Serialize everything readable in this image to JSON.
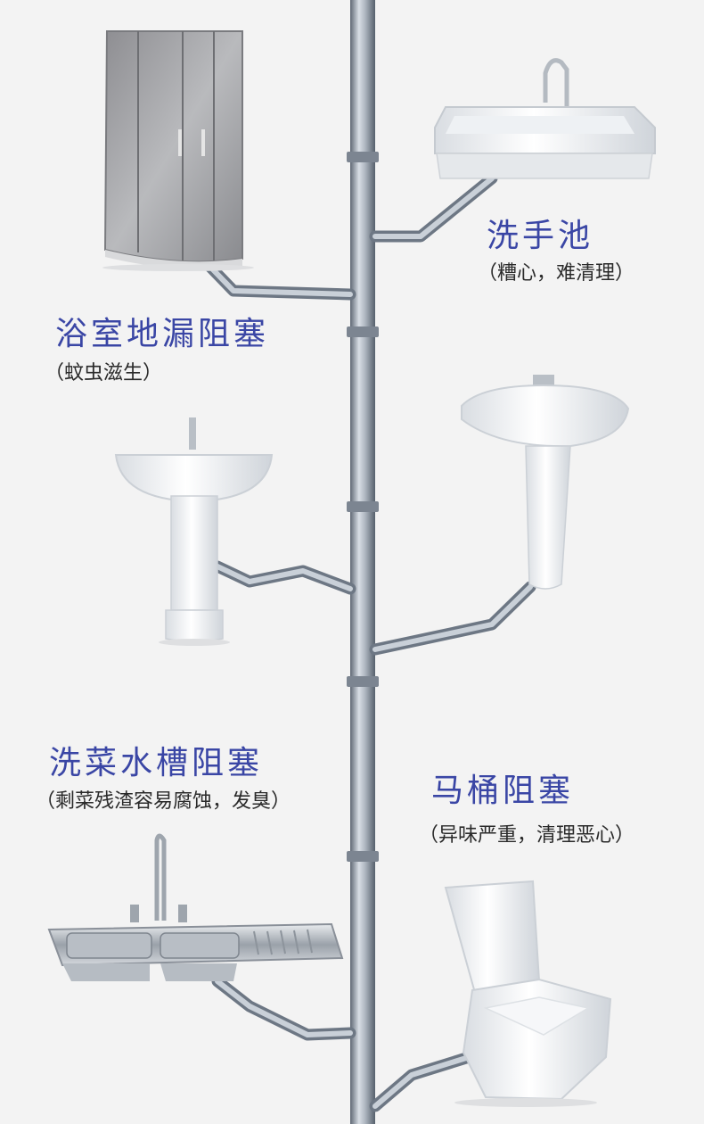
{
  "labels": {
    "shower": {
      "title": "浴室地漏阻塞",
      "note": "（蚊虫滋生）"
    },
    "washbasin": {
      "title": "洗手池",
      "note": "（糟心，难清理）"
    },
    "kitchen_sink": {
      "title": "洗菜水槽阻塞",
      "note": "（剩菜残渣容易腐蚀，发臭）"
    },
    "toilet": {
      "title": "马桶阻塞",
      "note": "（异味严重，清理恶心）"
    }
  },
  "colors": {
    "label_blue": "#3a46a5",
    "pipe_light": "#c9d0d8",
    "pipe_dark": "#6d7784",
    "background": "#f3f3f3"
  },
  "illustrations": [
    "shower-enclosure",
    "countertop-washbasin",
    "pedestal-basin-left",
    "pedestal-basin-right",
    "kitchen-sink",
    "toilet",
    "drain-pipe"
  ]
}
